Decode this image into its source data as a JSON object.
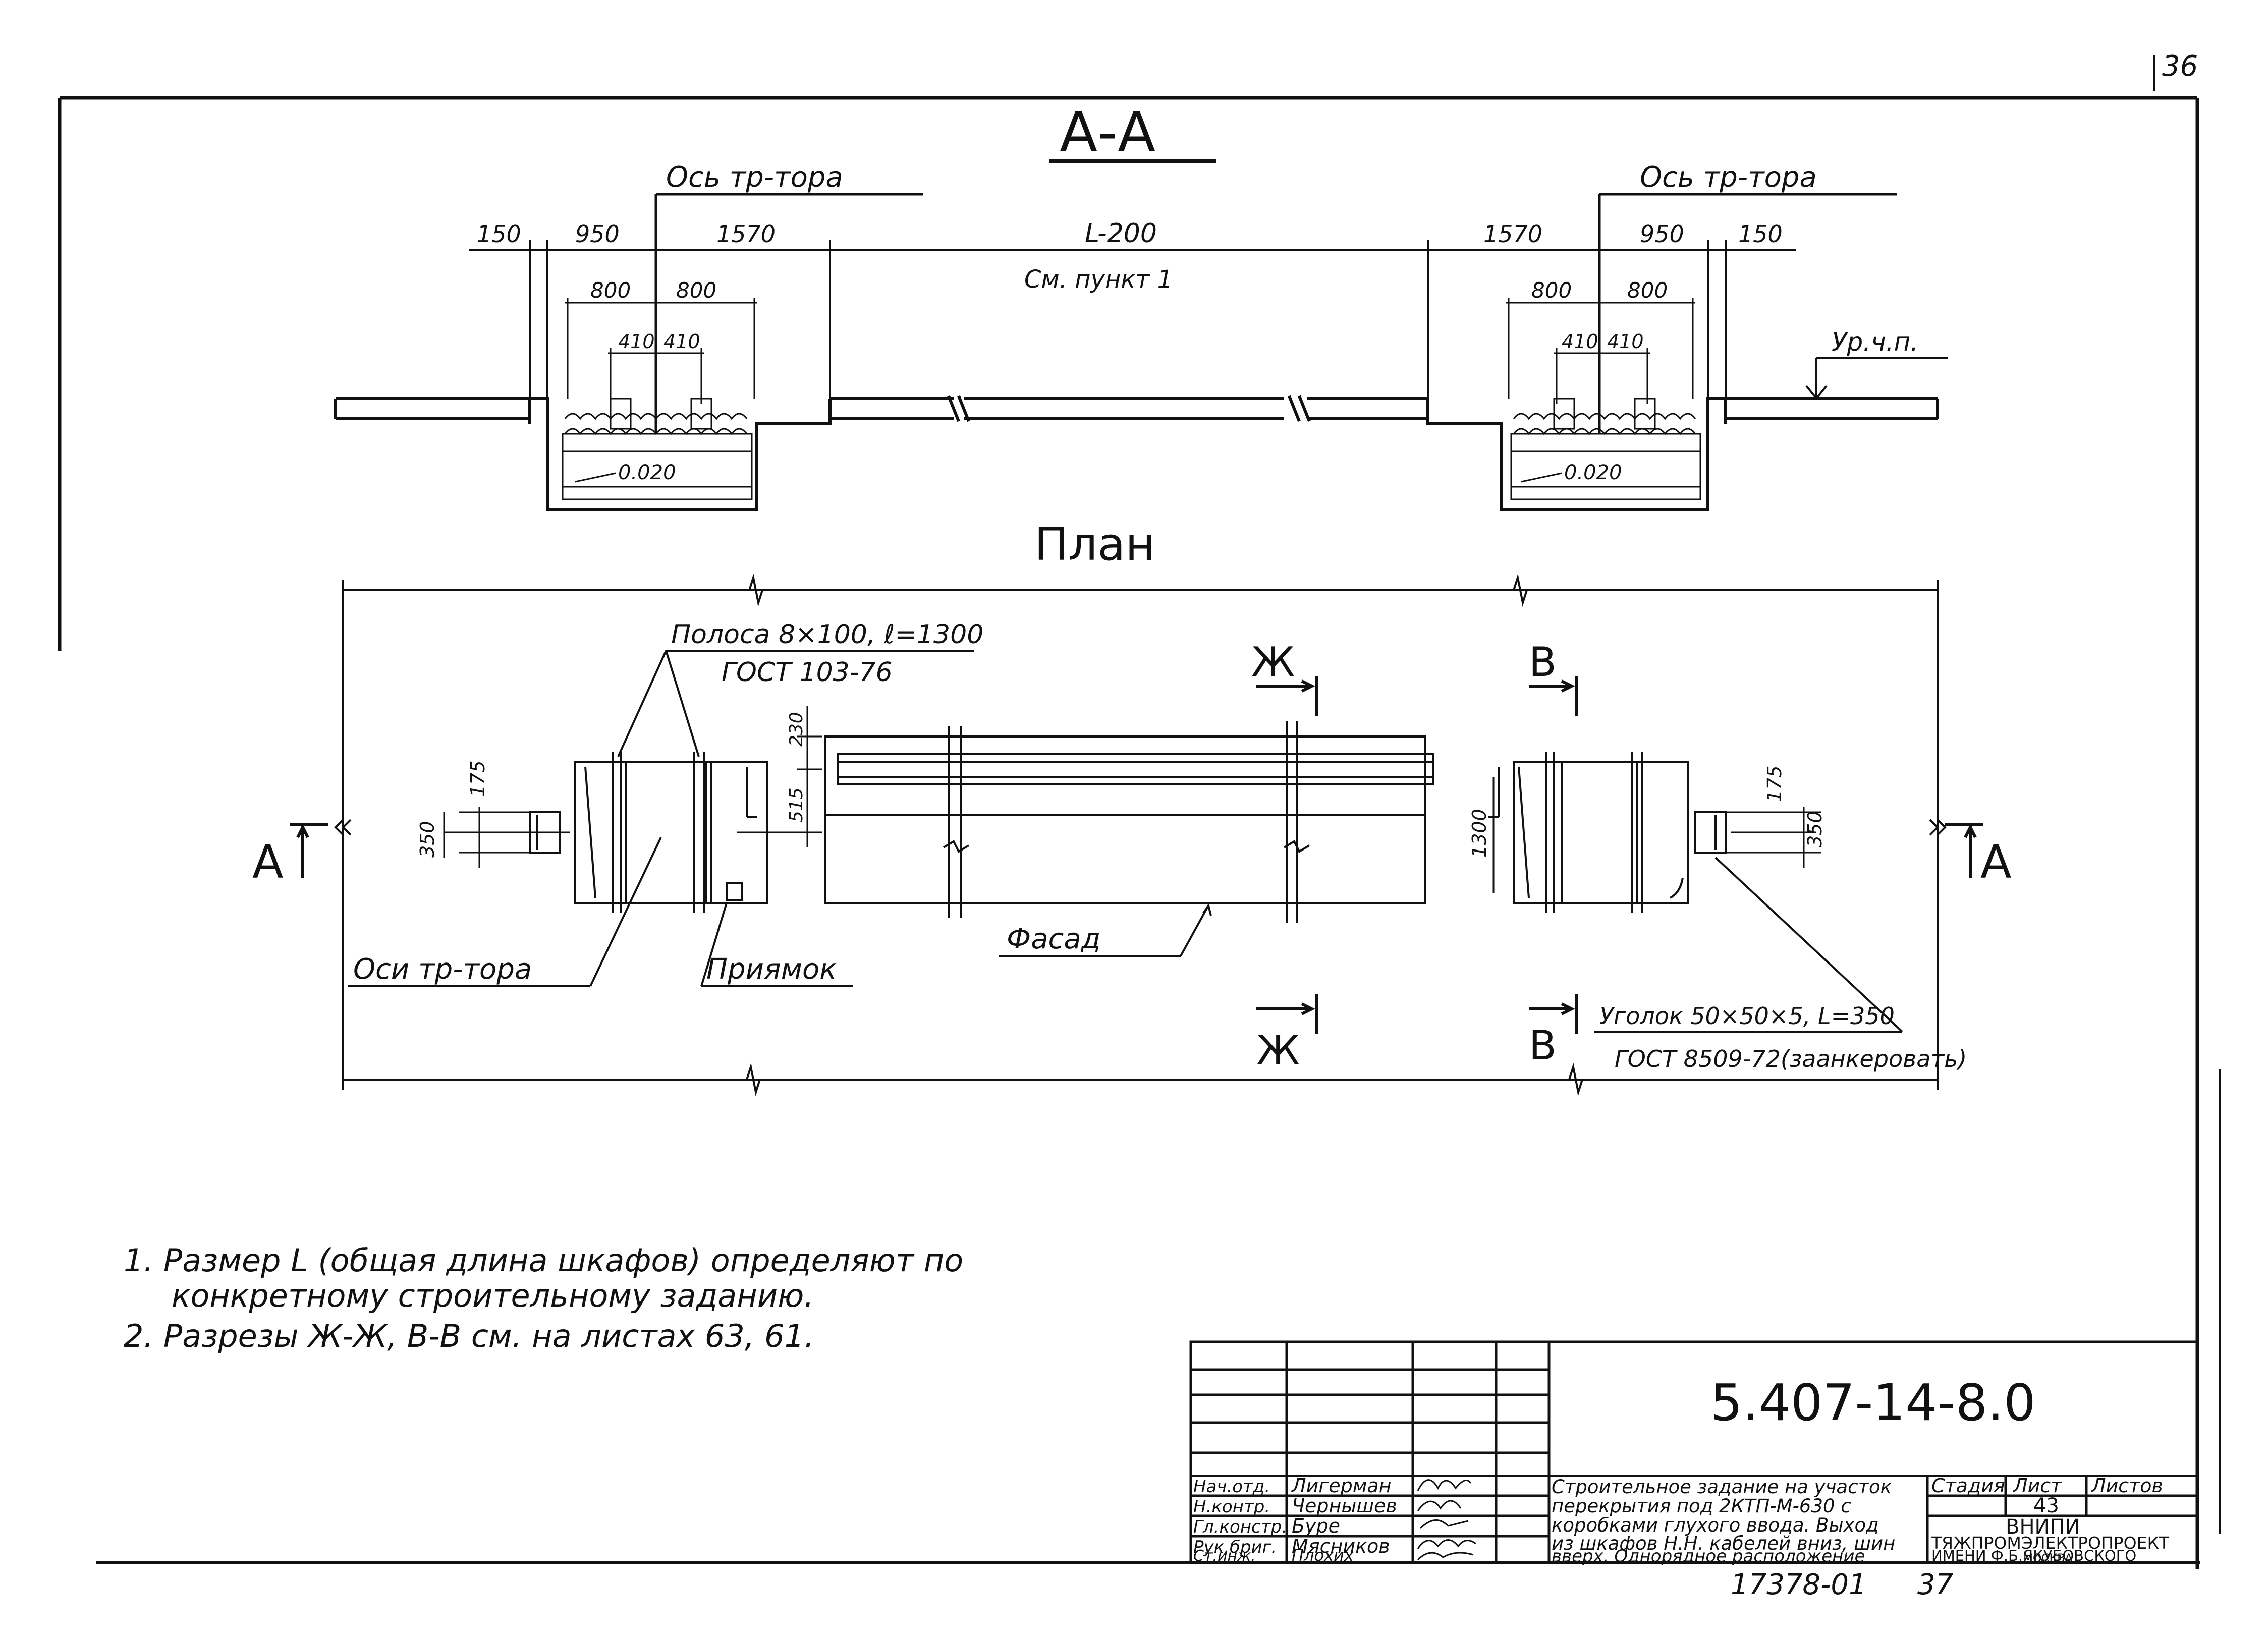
{
  "sheet_number_top": "36",
  "section_aa": {
    "title": "А-А",
    "axis_left": "Ось тр-тора",
    "axis_right": "Ось тр-тора",
    "dim_150_left": "150",
    "dim_950_left": "950",
    "dim_1570_left": "1570",
    "dim_L": "L-200",
    "note_L": "См. пункт 1",
    "dim_1570_right": "1570",
    "dim_950_right": "950",
    "dim_150_right": "150",
    "dim_800_a": "800",
    "dim_800_b": "800",
    "dim_800_c": "800",
    "dim_800_d": "800",
    "dim_410_a": "410",
    "dim_410_b": "410",
    "dim_410_c": "410",
    "dim_410_d": "410",
    "level_mark": "Ур.ч.п.",
    "slope_left": "0.020",
    "slope_right": "0.020"
  },
  "plan": {
    "title": "План",
    "strip_label": "Полоса 8×100, ℓ=1300",
    "strip_gost": "ГОСТ 103-76",
    "cut_zh_top": "Ж",
    "cut_zh_bottom": "Ж",
    "cut_v_top": "В",
    "cut_v_bottom": "В",
    "cut_a_left": "А",
    "cut_a_right": "А",
    "dim_230": "230",
    "dim_515": "515",
    "dim_175_left": "175",
    "dim_350_left": "350",
    "dim_1300": "1300",
    "dim_175_right": "175",
    "dim_350_right": "350",
    "facade_label": "Фасад",
    "axes_label": "Оси тр-тора",
    "pit_label": "Приямок",
    "angle_label": "Уголок 50×50×5, L=350",
    "angle_gost": "ГОСТ 8509-72(заанкеровать)"
  },
  "notes": [
    "1. Размер L (общая длина шкафов) определяют по",
    "конкретному строительному заданию.",
    "2. Разрезы Ж-Ж, В-В см. на листах 63, 61."
  ],
  "title_block": {
    "doc_code": "5.407-14-8.0",
    "description": [
      "Строительное задание на участок",
      "перекрытия под 2КТП-М-630 с",
      "коробками глухого ввода. Выход",
      "из шкафов Н.Н. кабелей вниз, шин",
      "вверх. Однорядное расположение"
    ],
    "stage_header": "Стадия",
    "sheet_header": "Лист",
    "sheets_header": "Листов",
    "sheet_value": "43",
    "org": [
      "ВНИПИ",
      "ТЯЖПРОМЭЛЕКТРОПРОЕКТ",
      "ИМЕНИ Ф.Б.ЯКУБОВСКОГО",
      "МОСКВА"
    ],
    "roles": [
      {
        "role": "Нач.отд.",
        "name": "Лигерман"
      },
      {
        "role": "Н.контр.",
        "name": "Чернышев"
      },
      {
        "role": "Гл.констр.",
        "name": "Буре"
      },
      {
        "role": "Рук.бриг.",
        "name": "Мясников"
      },
      {
        "role": "Ст.инж.",
        "name": "Плохих"
      }
    ]
  },
  "bottom_code": "17378-01",
  "bottom_page": "37"
}
